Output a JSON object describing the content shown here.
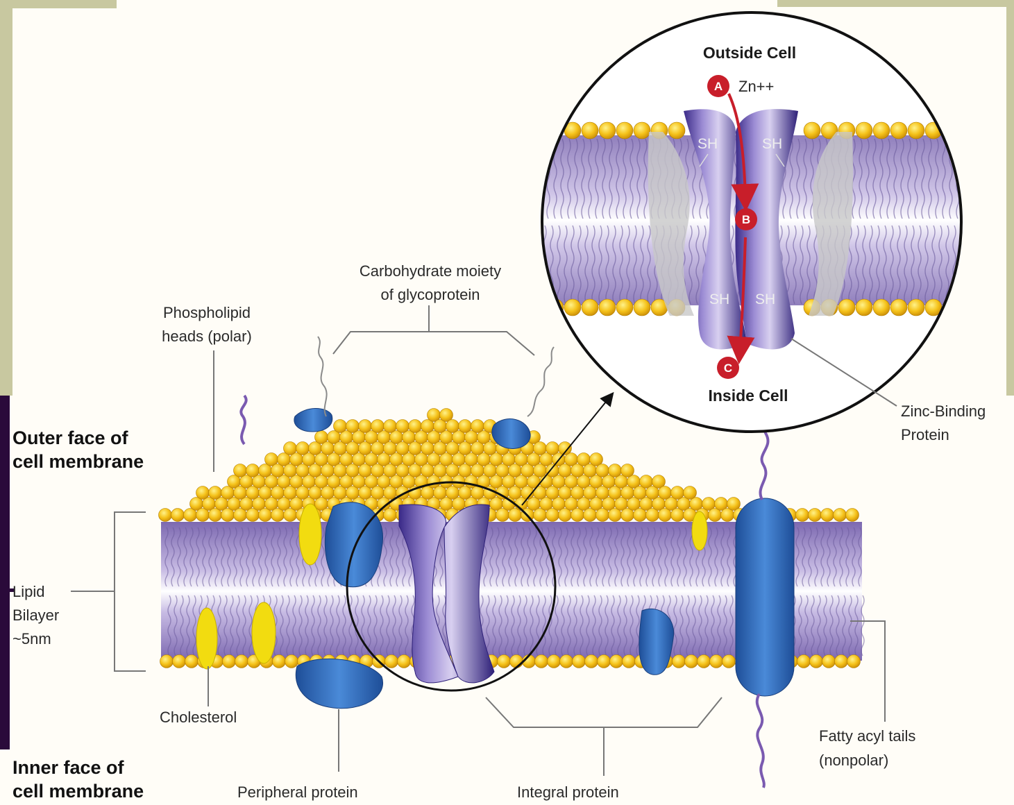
{
  "colors": {
    "frame_olive": "#c8c8a0",
    "frame_purple": "#2a0a3a",
    "phospholipid_head": "#f5c21a",
    "bilayer_purple": "#a08cc8",
    "integral_protein": "#5040a0",
    "peripheral_protein": "#2e6cb8",
    "cholesterol": "#f2dc10",
    "step_marker": "#c81e2a"
  },
  "icons": {
    "marker_shape": "circle",
    "arrow": "red-arrow"
  },
  "labels": {
    "carbohydrate": [
      "Carbohydrate moiety",
      "of glycoprotein"
    ],
    "phospholipid": [
      "Phospholipid",
      "heads (polar)"
    ],
    "outer_face": [
      "Outer face of",
      "cell membrane"
    ],
    "lipid_bilayer": [
      "Lipid",
      "Bilayer",
      "~5nm"
    ],
    "cholesterol": "Cholesterol",
    "inner_face": [
      "Inner face of",
      "cell membrane"
    ],
    "peripheral_protein": "Peripheral protein",
    "integral_protein": "Integral protein",
    "fatty_acyl": [
      "Fatty acyl tails",
      "(nonpolar)"
    ],
    "zinc_binding": [
      "Zinc-Binding",
      "Protein"
    ]
  },
  "zoom": {
    "outside_cell": "Outside Cell",
    "inside_cell": "Inside Cell",
    "ion": "Zn++",
    "thiol": "SH",
    "steps": [
      "A",
      "B",
      "C"
    ]
  }
}
